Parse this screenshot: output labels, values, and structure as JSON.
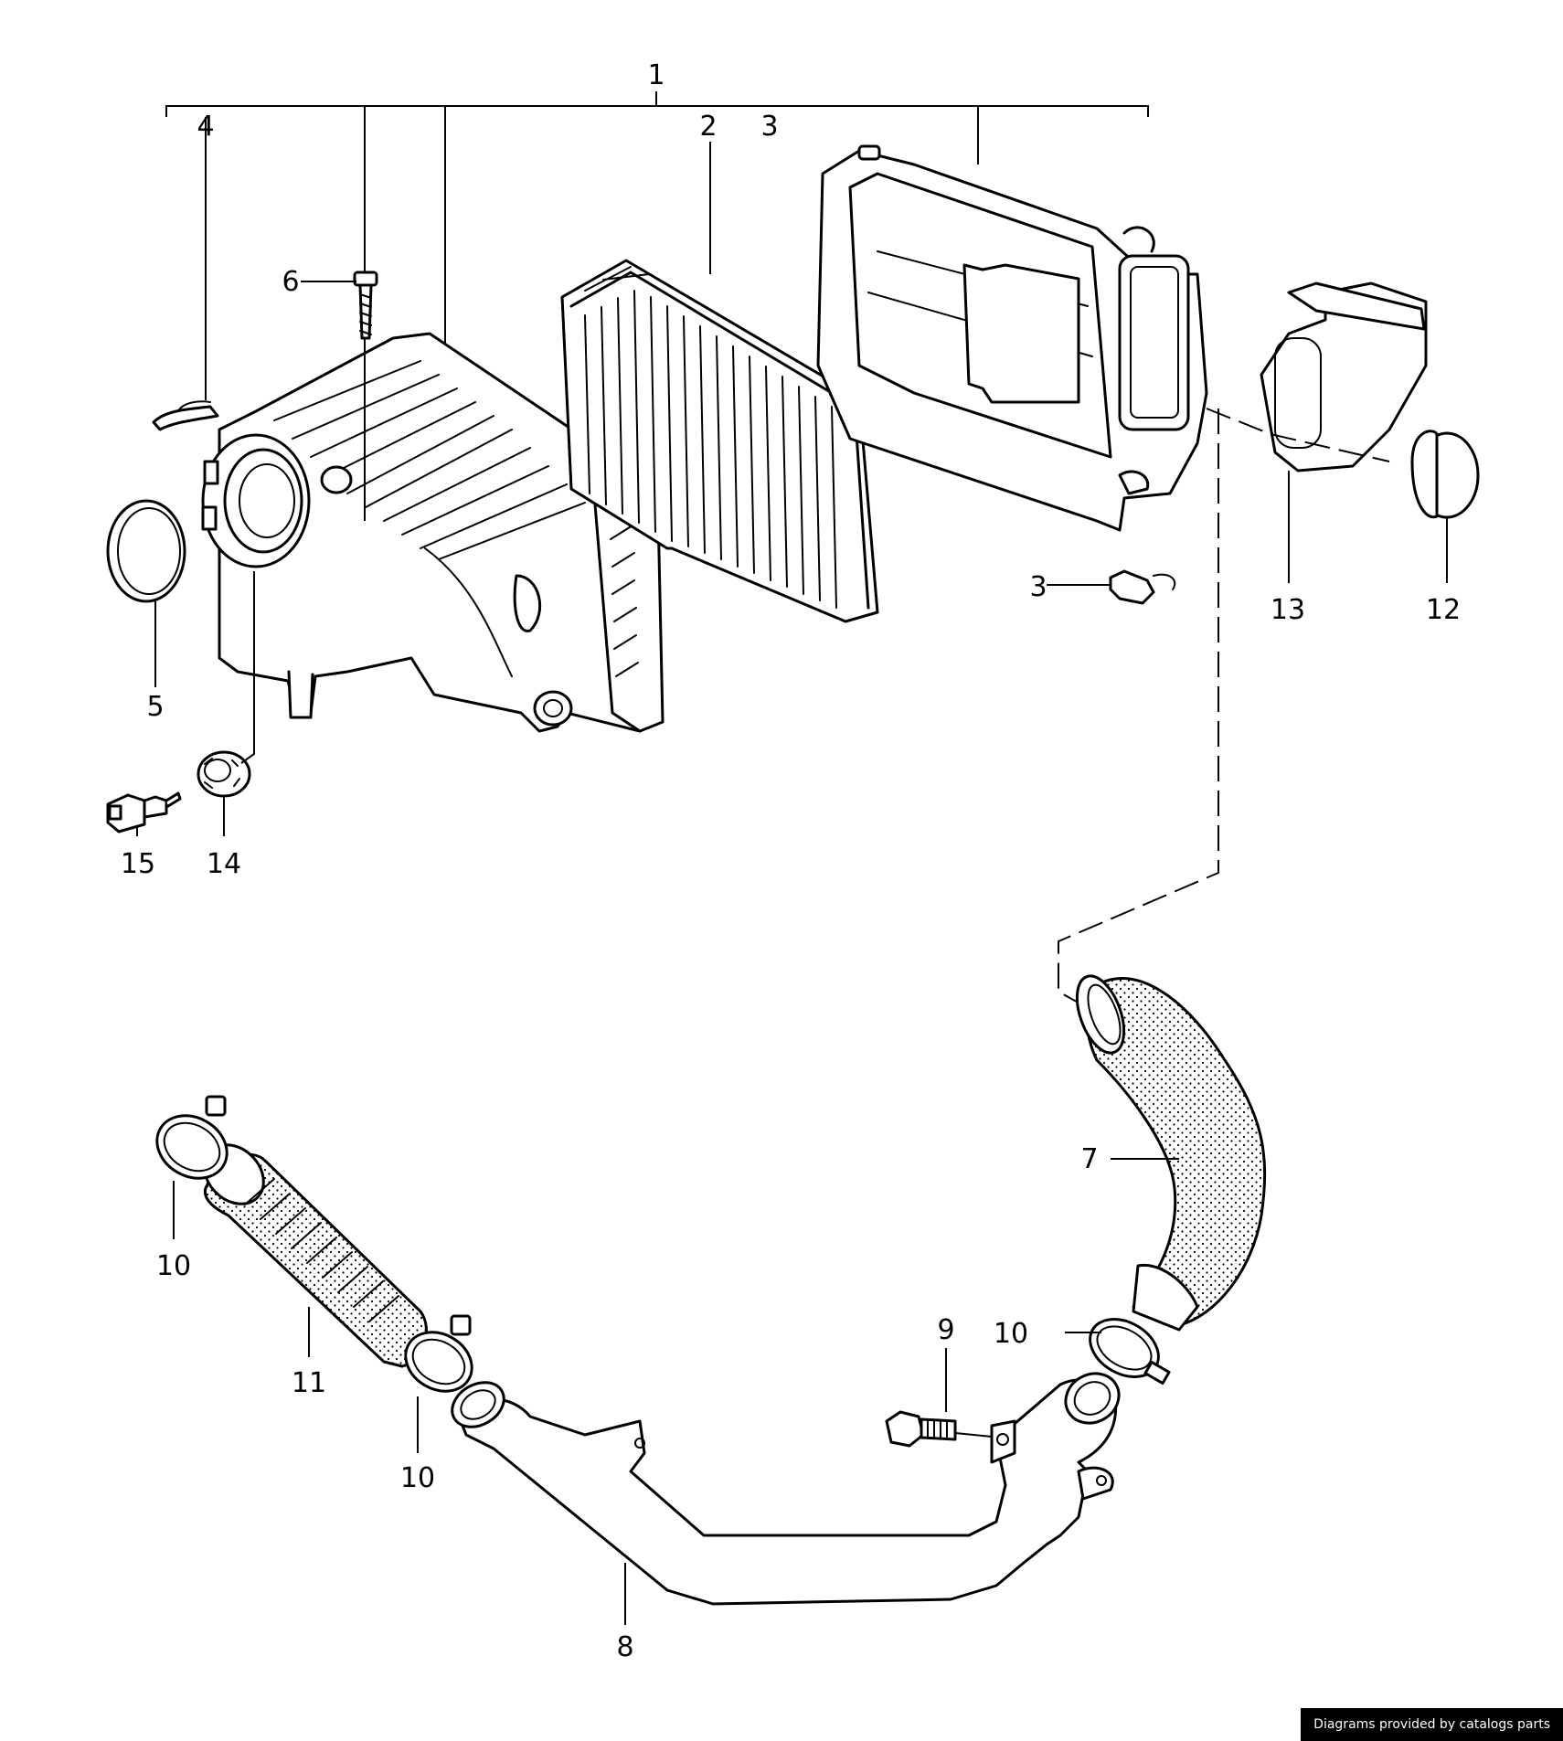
{
  "diagram": {
    "callouts": [
      {
        "id": "1",
        "text": "1"
      },
      {
        "id": "2",
        "text": "2"
      },
      {
        "id": "3a",
        "text": "3"
      },
      {
        "id": "3b",
        "text": "3"
      },
      {
        "id": "4",
        "text": "4"
      },
      {
        "id": "5",
        "text": "5"
      },
      {
        "id": "6",
        "text": "6"
      },
      {
        "id": "7",
        "text": "7"
      },
      {
        "id": "8",
        "text": "8"
      },
      {
        "id": "9",
        "text": "9"
      },
      {
        "id": "10a",
        "text": "10"
      },
      {
        "id": "10b",
        "text": "10"
      },
      {
        "id": "10c",
        "text": "10"
      },
      {
        "id": "11",
        "text": "11"
      },
      {
        "id": "12",
        "text": "12"
      },
      {
        "id": "13",
        "text": "13"
      },
      {
        "id": "14",
        "text": "14"
      },
      {
        "id": "15",
        "text": "15"
      }
    ]
  },
  "footer": {
    "credit": "Diagrams provided by catalogs parts"
  }
}
